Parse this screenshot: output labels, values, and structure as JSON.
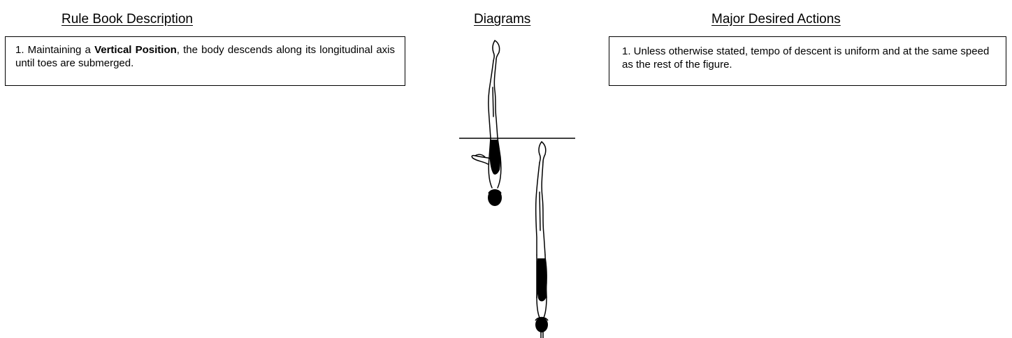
{
  "headers": {
    "rule_book": "Rule Book Description",
    "diagrams": "Diagrams",
    "major_actions": "Major Desired Actions"
  },
  "rule_book": {
    "number": "1. Maintaining a ",
    "emphasis": "Vertical Position",
    "rest": ", the body descends along its longitudinal axis until toes are submerged."
  },
  "major_actions": {
    "text": "1. Unless otherwise stated, tempo of descent is uniform and at the same speed as the rest of the figure."
  }
}
